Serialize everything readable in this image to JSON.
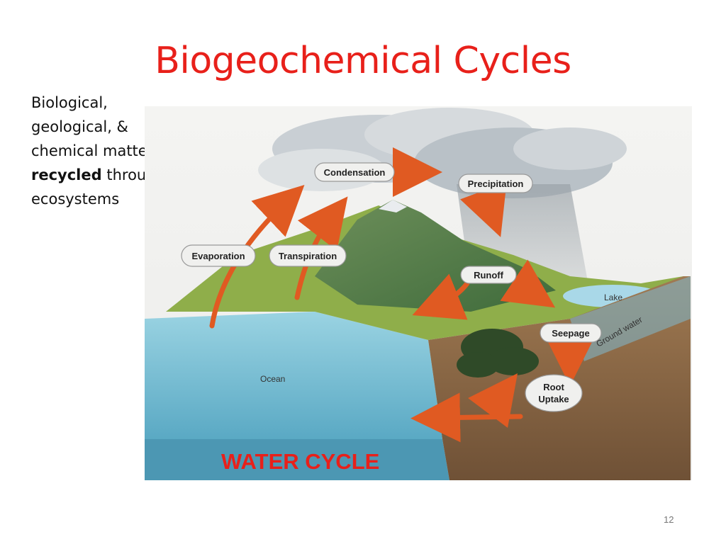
{
  "slide": {
    "title": "Biogeochemical Cycles",
    "bullet": {
      "line1": "Biological,",
      "line2": "geological, &",
      "line3": "chemical matter",
      "emphasis": "recycled",
      "line4_rest": " through",
      "line5": "ecosystems"
    },
    "caption": "WATER CYCLE",
    "page_number": "12"
  },
  "diagram": {
    "labels": {
      "condensation": "Condensation",
      "precipitation": "Precipitation",
      "evaporation": "Evaporation",
      "transpiration": "Transpiration",
      "runoff": "Runoff",
      "lake": "Lake",
      "seepage": "Seepage",
      "ground_water": "Ground water",
      "ocean": "Ocean",
      "root_uptake_1": "Root",
      "root_uptake_2": "Uptake"
    },
    "colors": {
      "accent_red": "#e8201a",
      "arrow": "#e05a22",
      "ocean": "#7fc4d6",
      "soil": "#8a6a4a",
      "land": "#8fae4a"
    }
  }
}
